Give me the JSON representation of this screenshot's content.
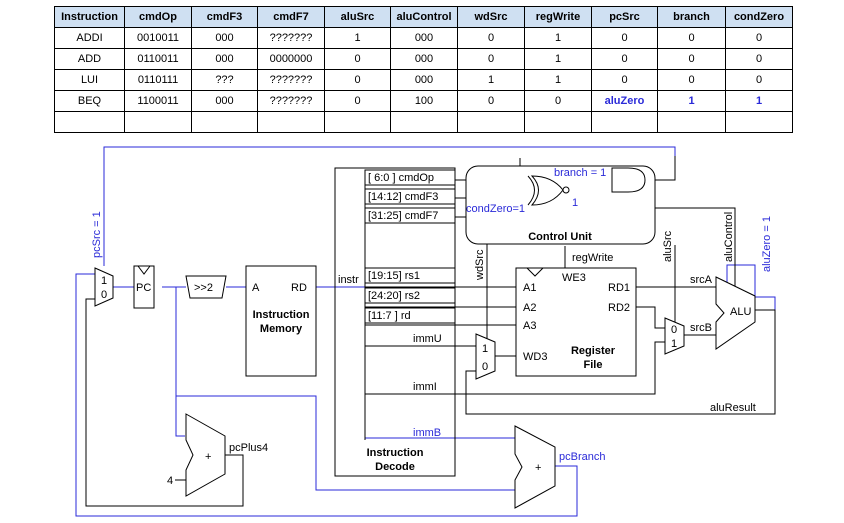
{
  "table": {
    "headers": [
      "Instruction",
      "cmdOp",
      "cmdF3",
      "cmdF7",
      "aluSrc",
      "aluControl",
      "wdSrc",
      "regWrite",
      "pcSrc",
      "branch",
      "condZero"
    ],
    "rows": [
      [
        "ADDI",
        "0010011",
        "000",
        "???????",
        "1",
        "000",
        "0",
        "1",
        "0",
        "0",
        "0"
      ],
      [
        "ADD",
        "0110011",
        "000",
        "0000000",
        "0",
        "000",
        "0",
        "1",
        "0",
        "0",
        "0"
      ],
      [
        "LUI",
        "0110111",
        "???",
        "???????",
        "0",
        "000",
        "1",
        "1",
        "0",
        "0",
        "0"
      ],
      [
        "BEQ",
        "1100011",
        "000",
        "???????",
        "0",
        "100",
        "0",
        "0",
        "aluZero",
        "1",
        "1"
      ],
      [
        "",
        "",
        "",
        "",
        "",
        "",
        "",
        "",
        "",
        "",
        ""
      ]
    ],
    "highlight": [
      [
        3,
        8
      ],
      [
        3,
        9
      ],
      [
        3,
        10
      ]
    ]
  },
  "colors": {
    "wire": "#000000",
    "accent": "#2a2ad8",
    "header_bg": "#cfe0f2"
  },
  "diagram": {
    "mux_pc": {
      "in1": "1",
      "in0": "0"
    },
    "pc": "PC",
    "shift": ">>2",
    "imem": {
      "a": "A",
      "rd": "RD",
      "title": "Instruction",
      "title2": "Memory"
    },
    "instr": "instr",
    "decode": {
      "fields": [
        "[  6:0  ]  cmdOp",
        "[14:12]  cmdF3",
        "[31:25]  cmdF7",
        "[19:15]   rs1",
        "[24:20]   rs2",
        "[11:7  ]   rd"
      ],
      "immU": "immU",
      "immI": "immI",
      "immB": "immB",
      "title": "Instruction",
      "title2": "Decode"
    },
    "control": {
      "title": "Control Unit",
      "branch": "branch = 1",
      "condZero": "condZero=1",
      "one": "1"
    },
    "regfile": {
      "we3": "WE3",
      "a1": "A1",
      "a2": "A2",
      "a3": "A3",
      "wd3": "WD3",
      "rd1": "RD1",
      "rd2": "RD2",
      "title": "Register",
      "title2": "File"
    },
    "mux_wd": {
      "in1": "1",
      "in0": "0"
    },
    "mux_alu": {
      "in0": "0",
      "in1": "1"
    },
    "alu": "ALU",
    "labels": {
      "wdSrc": "wdSrc",
      "regWrite": "regWrite",
      "aluSrc": "aluSrc",
      "aluControl": "aluControl",
      "aluZero": "aluZero = 1",
      "pcSrc": "pcSrc = 1",
      "srcA": "srcA",
      "srcB": "srcB",
      "aluResult": "aluResult",
      "pcPlus4": "pcPlus4",
      "four": "4",
      "pcBranch": "pcBranch",
      "plus": "+"
    }
  }
}
